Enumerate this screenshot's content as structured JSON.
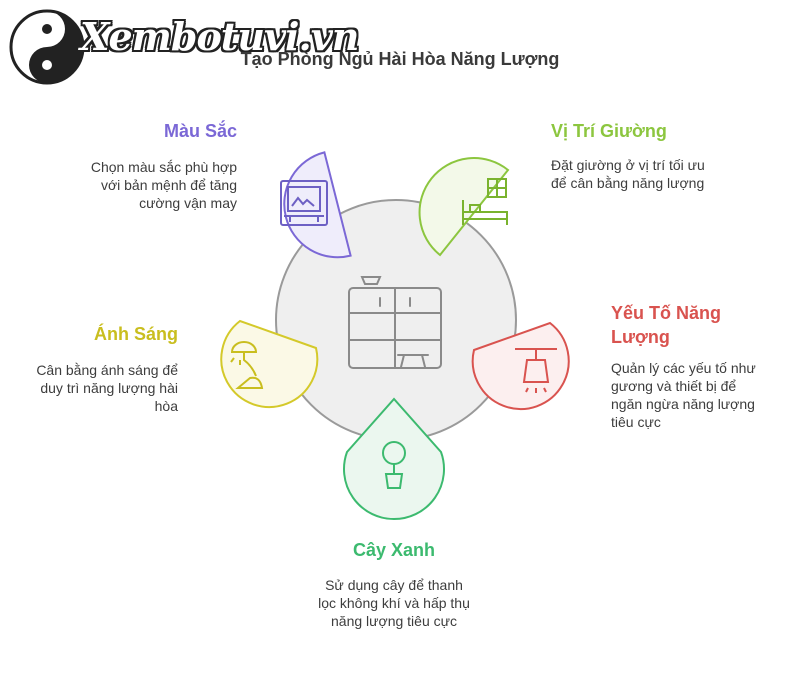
{
  "watermark": {
    "text": "Xembotuvi.vn"
  },
  "title": "Tạo Phòng Ngủ Hài Hòa Năng Lượng",
  "colors": {
    "purple": "#7b68d6",
    "green": "#8cc63f",
    "red": "#d9534f",
    "yellow": "#d4c92a",
    "teal": "#3cba6f",
    "circle_stroke": "#9a9a9a"
  },
  "items": [
    {
      "heading": "Màu Sắc",
      "icon": "painting-icon",
      "lines": [
        "Chọn màu sắc phù hợp",
        "với bản mệnh để tăng",
        "cường vận may"
      ]
    },
    {
      "heading": "Vị Trí Giường",
      "icon": "bed-window-icon",
      "lines": [
        "Đặt giường ở vị trí tối ưu",
        "để cân bằng năng lượng"
      ]
    },
    {
      "heading_lines": [
        "Yếu Tố Năng",
        "Lượng"
      ],
      "icon": "ceiling-lamp-icon",
      "lines": [
        "Quản lý các yếu tố như",
        "gương và thiết bị để",
        "ngăn ngừa năng lượng",
        "tiêu cực"
      ]
    },
    {
      "heading": "Ánh Sáng",
      "icon": "desk-lamp-icon",
      "lines": [
        "Cân bằng ánh sáng để",
        "duy trì năng lượng hài",
        "hòa"
      ]
    },
    {
      "heading": "Cây Xanh",
      "icon": "potted-plant-icon",
      "lines": [
        "Sử dụng cây để thanh",
        "lọc không khí và hấp thụ",
        "năng lượng tiêu cực"
      ]
    }
  ]
}
